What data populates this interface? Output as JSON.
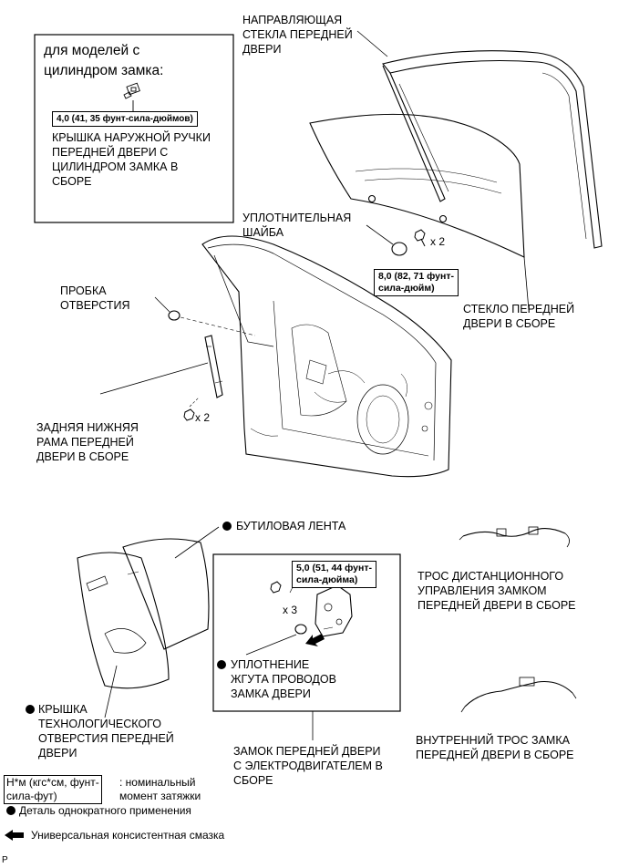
{
  "inset_top": {
    "title": "для моделей с\nцилиндром замка:",
    "torque": "4,0 (41, 35 фунт-сила-дюймов)",
    "part": "КРЫШКА НАРУЖНОЙ РУЧКИ\nПЕРЕДНЕЙ ДВЕРИ С\nЦИЛИНДРОМ ЗАМКА В\nСБОРЕ"
  },
  "labels": {
    "glass_run": "НАПРАВЛЯЮЩАЯ\nСТЕКЛА ПЕРЕДНЕЙ\nДВЕРИ",
    "washer": "УПЛОТНИТЕЛЬНАЯ\nШАЙБА",
    "glass_qty": "x 2",
    "glass_torque": "8,0 (82, 71 фунт-\nсила-дюйм)",
    "glass": "СТЕКЛО ПЕРЕДНЕЙ\nДВЕРИ В СБОРЕ",
    "plug": "ПРОБКА\nОТВЕРСТИЯ",
    "frame_qty": "x 2",
    "frame": "ЗАДНЯЯ НИЖНЯЯ\nРАМА ПЕРЕДНЕЙ\nДВЕРИ В СБОРЕ",
    "butyl": "БУТИЛОВАЯ ЛЕНТА",
    "lock_torque": "5,0 (51, 44 фунт-\nсила-дюйма)",
    "lock_qty": "x 3",
    "seal": "УПЛОТНЕНИЕ\nЖГУТА ПРОВОДОВ\nЗАМКА ДВЕРИ",
    "lock": "ЗАМОК ПЕРЕДНЕЙ ДВЕРИ\nС ЭЛЕКТРОДВИГАТЕЛЕМ В\nСБОРЕ",
    "remote_cable": "ТРОС ДИСТАНЦИОННОГО\nУПРАВЛЕНИЯ ЗАМКОМ\nПЕРЕДНЕЙ ДВЕРИ В СБОРЕ",
    "inner_cable": "ВНУТРЕННИЙ ТРОС ЗАМКА\nПЕРЕДНЕЙ ДВЕРИ В СБОРЕ",
    "service_cover": "КРЫШКА\nТЕХНОЛОГИЧЕСКОГО\nОТВЕРСТИЯ ПЕРЕДНЕЙ\nДВЕРИ"
  },
  "legend": {
    "torque_unit": "Н*м (кгс*см, фунт-\nсила-фут)",
    "torque_desc": ": номинальный\nмомент затяжки",
    "single_use": "Деталь однократного применения",
    "grease": "Универсальная консистентная смазка"
  },
  "footer": {
    "code": "P"
  }
}
